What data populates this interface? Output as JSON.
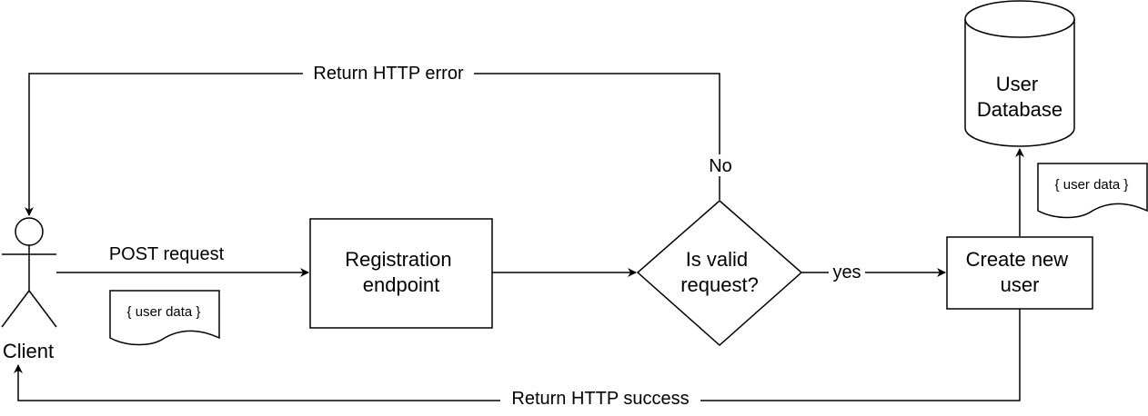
{
  "actor": {
    "label": "Client"
  },
  "nodes": {
    "registration": {
      "line1": "Registration",
      "line2": "endpoint"
    },
    "decision": {
      "line1": "Is valid",
      "line2": "request?"
    },
    "create_user": {
      "line1": "Create new",
      "line2": "user"
    },
    "database": {
      "line1": "User",
      "line2": "Database"
    }
  },
  "payloads": {
    "request_doc": "{ user data }",
    "db_doc": "{ user data }"
  },
  "edges": {
    "post_request": "POST request",
    "decision_no": "No",
    "decision_yes": "yes",
    "return_error": "Return HTTP error",
    "return_success": "Return HTTP success"
  }
}
